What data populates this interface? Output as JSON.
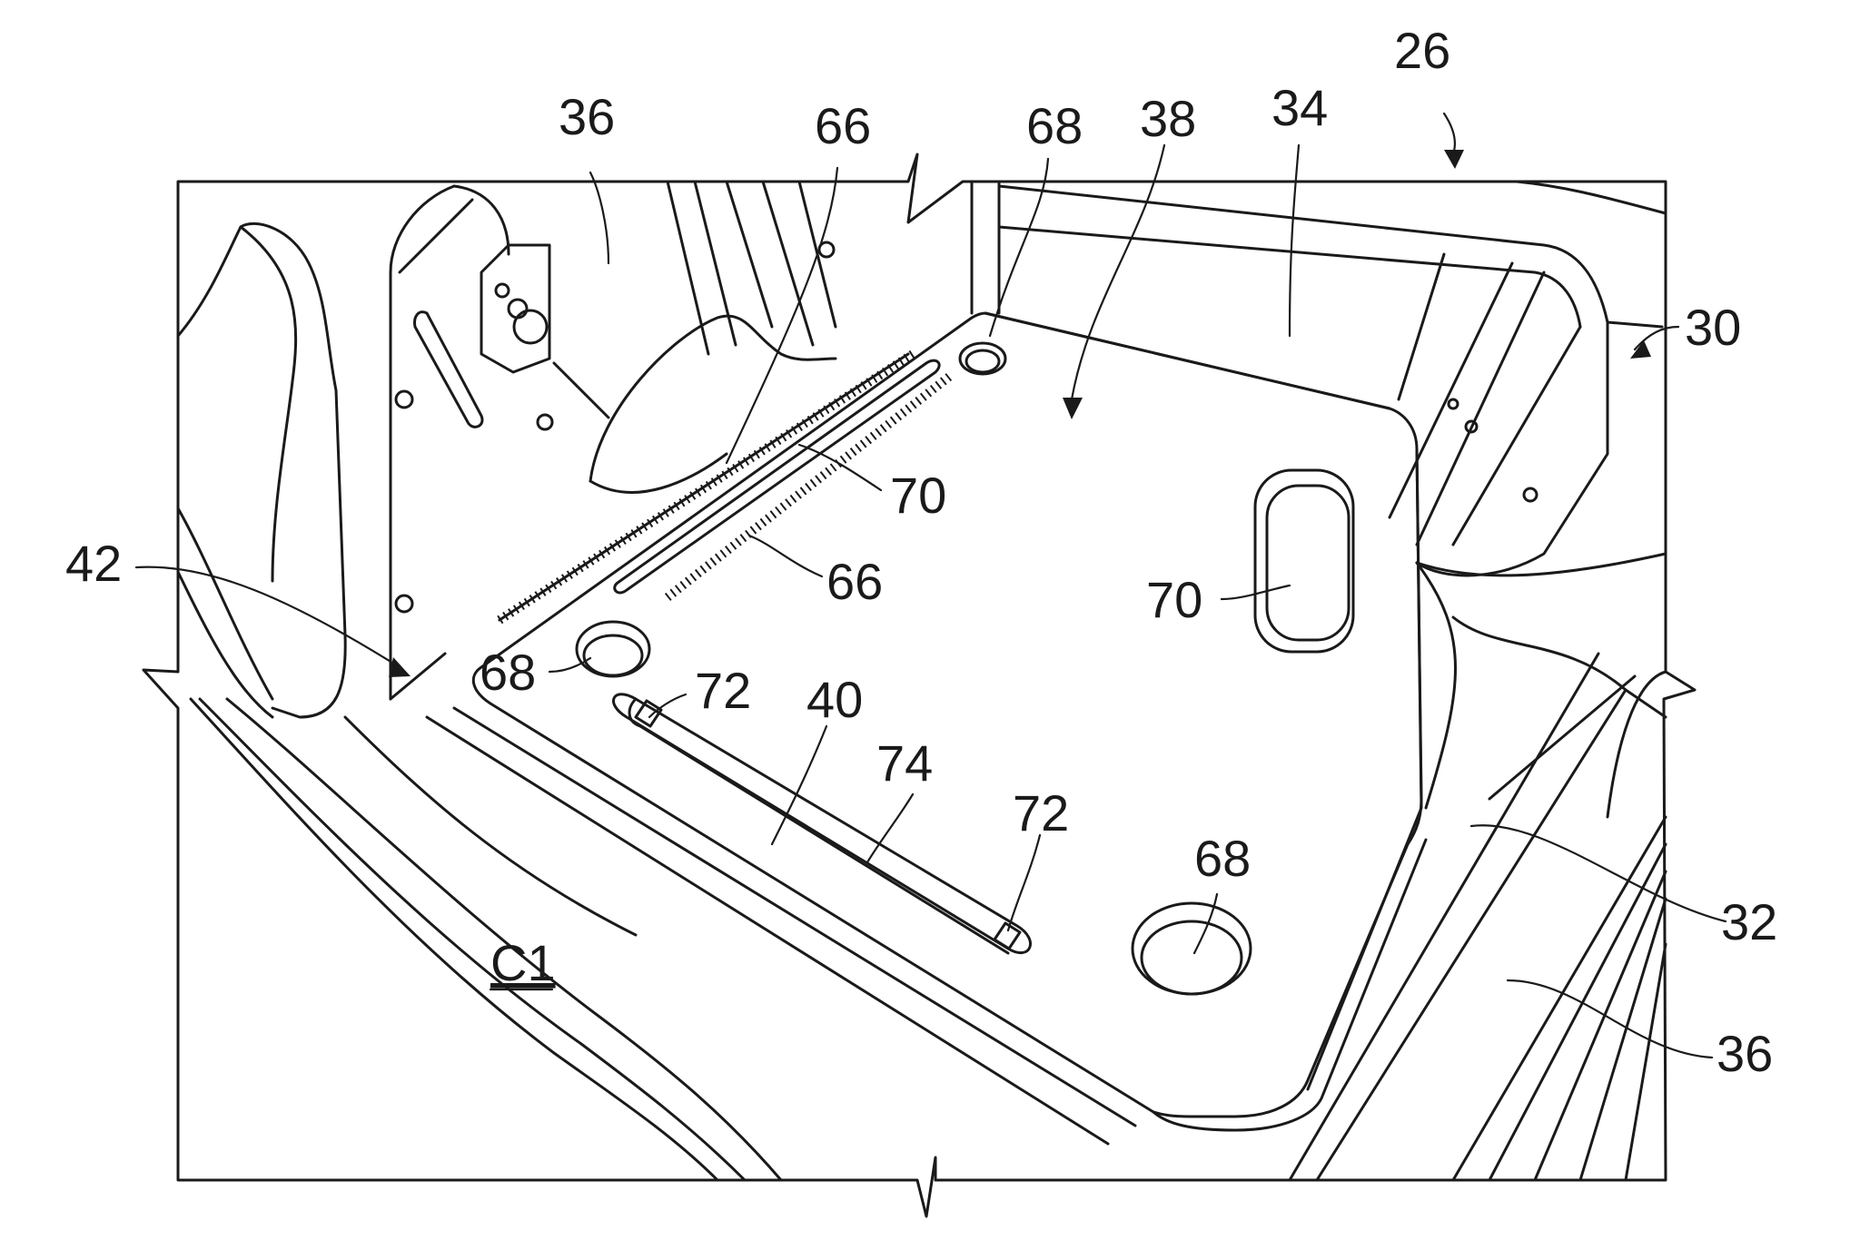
{
  "figure": {
    "description_title": "Patent drawing – vehicle cargo floor panel",
    "colors": {
      "stroke": "#1a1a1a",
      "background": "#ffffff"
    },
    "labels": {
      "ref_26": "26",
      "ref_36_top": "36",
      "ref_66_top": "66",
      "ref_68_top": "68",
      "ref_38": "38",
      "ref_34": "34",
      "ref_30": "30",
      "ref_70_mid": "70",
      "ref_66_mid": "66",
      "ref_42": "42",
      "ref_70_right": "70",
      "ref_68_left": "68",
      "ref_72_top": "72",
      "ref_40": "40",
      "ref_74": "74",
      "ref_72_bottom": "72",
      "ref_68_bottom": "68",
      "ref_32": "32",
      "ref_36_bottom": "36",
      "ref_c1": "C1"
    }
  }
}
